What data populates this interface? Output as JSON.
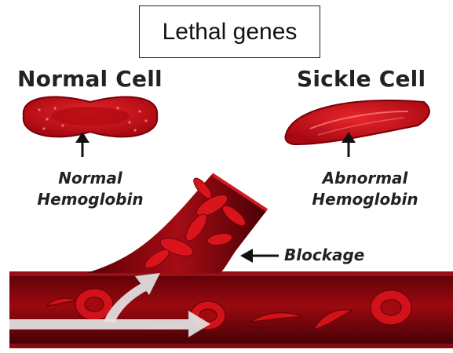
{
  "title": "Lethal genes",
  "headings": {
    "normal": "Normal Cell",
    "sickle": "Sickle Cell"
  },
  "labels": {
    "normal_line1": "Normal",
    "normal_line2": "Hemoglobin",
    "abnormal_line1": "Abnormal",
    "abnormal_line2": "Hemoglobin",
    "blockage": "Blockage"
  },
  "colors": {
    "blood_red": "#c8101a",
    "dark_red": "#7a0008",
    "vessel_dark": "#3a0004",
    "flow_arrow": "#e3e3e3"
  },
  "icons": [
    "up-arrow-icon",
    "left-arrow-icon",
    "flow-arrow-icon"
  ]
}
